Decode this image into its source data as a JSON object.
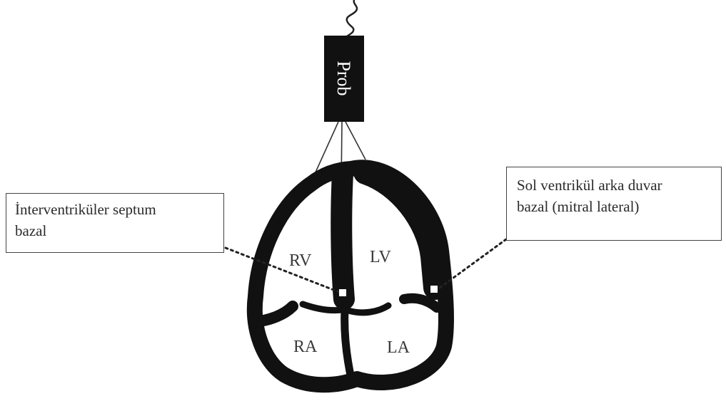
{
  "probe": {
    "label": "Prob"
  },
  "chambers": {
    "rv": "RV",
    "lv": "LV",
    "ra": "RA",
    "la": "LA"
  },
  "callouts": {
    "septum": {
      "line1": "İnterventriküler septum",
      "line2": "bazal"
    },
    "lateral": {
      "line1": "Sol ventrikül arka duvar",
      "line2": "bazal (mitral lateral)"
    }
  },
  "colors": {
    "ink": "#111111",
    "background": "#ffffff",
    "label_text": "#3a3a3a",
    "box_border": "#444444"
  }
}
